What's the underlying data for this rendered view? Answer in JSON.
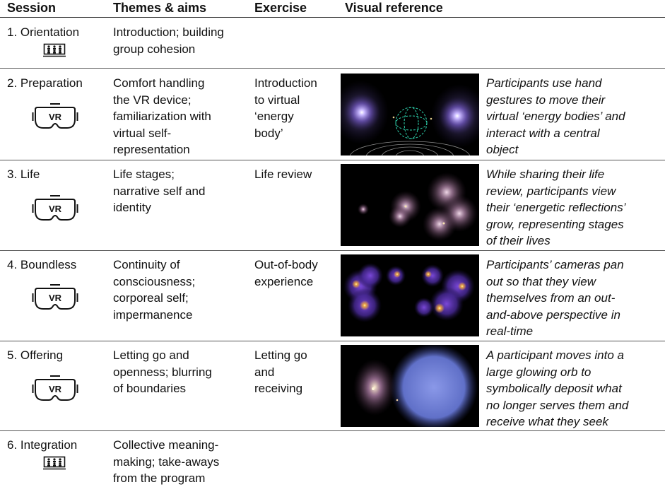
{
  "headers": {
    "session": "Session",
    "themes": "Themes & aims",
    "exercise": "Exercise",
    "visual": "Visual reference"
  },
  "rows": [
    {
      "session": "1. Orientation",
      "icon": "group-meeting-icon",
      "themes": "Introduction; building\ngroup cohesion",
      "exercise": "",
      "caption": ""
    },
    {
      "session": "2. Preparation",
      "icon": "vr-headset-icon",
      "icon_label": "VR",
      "themes": "Comfort handling\nthe VR device;\nfamiliarization with\nvirtual self-\nrepresentation",
      "exercise": "Introduction\nto virtual\n‘energy\nbody’",
      "caption": "Participants use hand\ngestures to move their\nvirtual ‘energy bodies’ and\ninteract with a central\nobject"
    },
    {
      "session": "3. Life",
      "icon": "vr-headset-icon",
      "icon_label": "VR",
      "themes": "Life stages;\nnarrative self and\nidentity",
      "exercise": "Life review",
      "caption": "While sharing their life\nreview, participants view\ntheir ‘energetic reflections’\ngrow, representing stages\nof their lives"
    },
    {
      "session": "4. Boundless",
      "icon": "vr-headset-icon",
      "icon_label": "VR",
      "themes": "Continuity of\nconsciousness;\ncorporeal self;\nimpermanence",
      "exercise": "Out-of-body\nexperience",
      "caption": "Participants’ cameras pan\nout so that they view\nthemselves from an out-\nand-above perspective in\nreal-time"
    },
    {
      "session": "5. Offering",
      "icon": "vr-headset-icon",
      "icon_label": "VR",
      "themes": "Letting go and\nopenness; blurring\nof boundaries",
      "exercise": "Letting go\nand\nreceiving",
      "caption": "A participant moves into a\nlarge glowing orb to\nsymbolically deposit what\nno longer serves them and\nreceive what they seek"
    },
    {
      "session": "6. Integration",
      "icon": "group-meeting-icon",
      "themes": "Collective meaning-\nmaking; take-aways\nfrom the program",
      "exercise": "",
      "caption": ""
    }
  ]
}
